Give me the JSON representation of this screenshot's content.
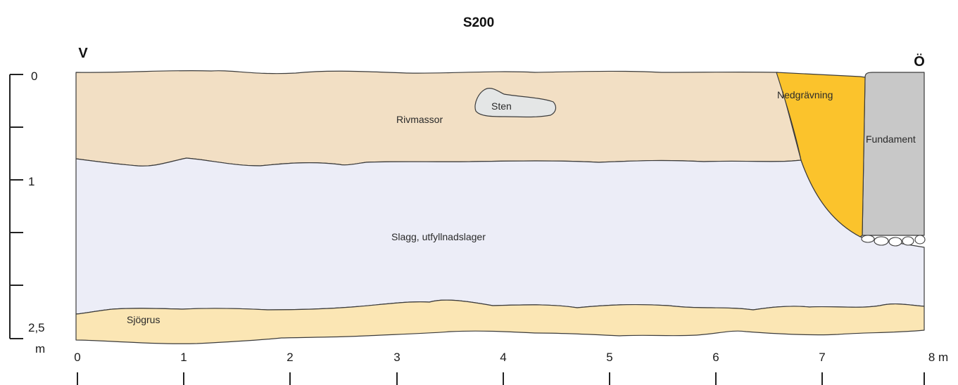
{
  "title": "S200",
  "orientation": {
    "west": "V",
    "east": "Ö"
  },
  "layers": [
    {
      "key": "rivmassor",
      "label": "Rivmassor",
      "color": "#f2dfc4"
    },
    {
      "key": "sten",
      "label": "Sten",
      "color": "#e4e6e6"
    },
    {
      "key": "slagg",
      "label": "Slagg, utfyllnadslager",
      "color": "#ecedf7"
    },
    {
      "key": "sjogrus",
      "label": "Sjögrus",
      "color": "#fbe6b4"
    },
    {
      "key": "nedgravning",
      "label": "Nedgrävning",
      "color": "#fbc32c"
    },
    {
      "key": "fundament",
      "label": "Fundament",
      "color": "#c8c8c8"
    }
  ],
  "depth_axis": {
    "labels": [
      "0",
      "1",
      "2,5"
    ],
    "unit": "m"
  },
  "horizontal_axis": {
    "labels": [
      "0",
      "1",
      "2",
      "3",
      "4",
      "5",
      "6",
      "7",
      "8 m"
    ]
  }
}
